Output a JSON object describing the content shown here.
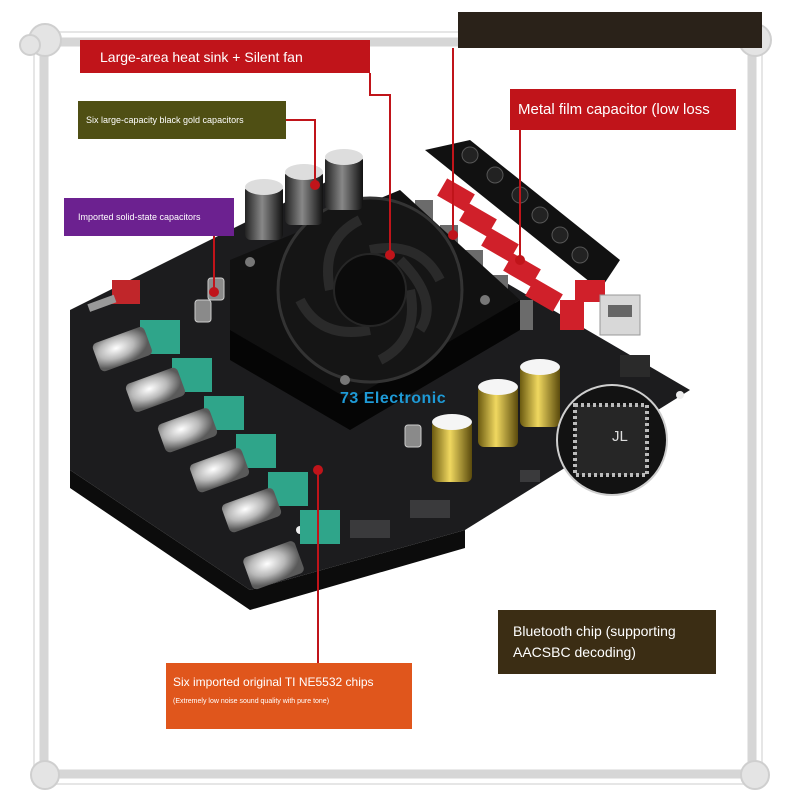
{
  "frame_color": "#d6d6d6",
  "labels": {
    "heatsink": "Large-area heat sink + Silent fan",
    "black_gold_capacitors": "Six large-capacity black gold capacitors",
    "solid_state_capacitors": "Imported solid-state capacitors",
    "metal_film_capacitor": "Metal film capacitor (low loss",
    "bluetooth_chip": "Bluetooth chip (supporting AACSBC decoding)",
    "ne5532_chips": "Six imported original TI NE5532 chips",
    "ne5532_subtitle": "(Extremely low noise sound quality with pure tone)"
  },
  "watermark": "73 Electronic",
  "chip_marking": "JL",
  "colors": {
    "red_label": "#c0141a",
    "olive_label": "#4f4f14",
    "purple_label": "#6c2190",
    "orange_label": "#e0561c",
    "brown_label": "#3b2d14",
    "board": "#1c1c1e",
    "knob_green": "#2fa58a"
  }
}
